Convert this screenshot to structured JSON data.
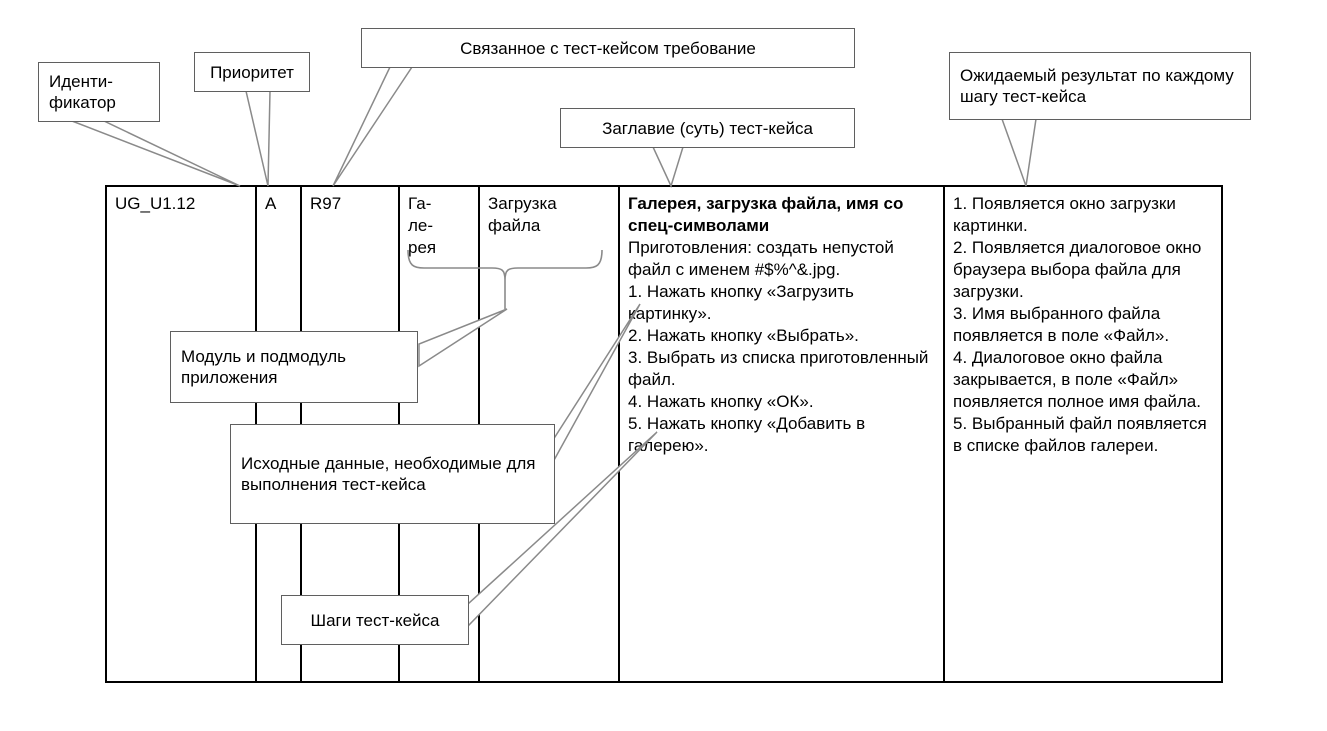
{
  "callouts": {
    "identifier": "Иденти-фикатор",
    "priority": "Приоритет",
    "requirement": "Связанное с тест-кейсом требование",
    "title": "Заглавие (суть) тест-кейса",
    "expected": "Ожидаемый результат по каждому шагу тест-кейса",
    "module": "Модуль и подмодуль приложения",
    "inputs": "Исходные данные, необходимые для выполнения тест-кейса",
    "steps": "Шаги тест-кейса"
  },
  "table": {
    "id": "UG_U1.12",
    "priority": "A",
    "requirement": "R97",
    "module": "Га-\nле-\nрея",
    "input_data": "Загрузка файла",
    "case": {
      "title": "Галерея, загрузка файла, имя со спец-символами",
      "preparation": "Приготовления: создать непустой файл с именем #$%^&.jpg.",
      "steps": [
        "1. Нажать кнопку «Загрузить картинку».",
        "2. Нажать кнопку «Выбрать».",
        "3. Выбрать из списка приготовленный файл.",
        "4. Нажать кнопку «ОК».",
        "5. Нажать кнопку «Добавить в галерею»."
      ]
    },
    "expected_results": [
      "1. Появляется окно загрузки картинки.",
      "2. Появляется диалоговое окно браузера выбора файла для загрузки.",
      "3. Имя выбранного файла появляется в поле «Файл».",
      "4. Диалоговое окно файла закрывается, в поле «Файл» появляется полное имя файла.",
      "5. Выбранный файл появляется в списке файлов галереи."
    ]
  }
}
